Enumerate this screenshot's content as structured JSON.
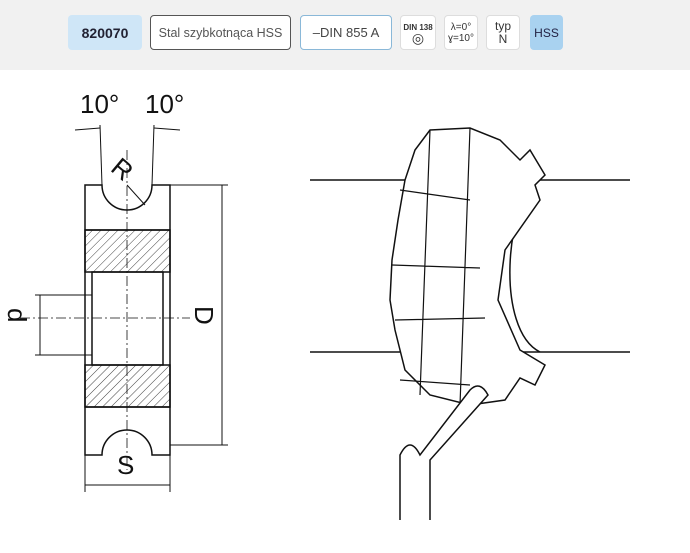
{
  "header": {
    "code": "820070",
    "material": "Stal szybkotnąca HSS",
    "standard": "–DIN 855 A",
    "icons": [
      {
        "name": "din-138-icon",
        "text": "DIN 138"
      },
      {
        "name": "angle-icon",
        "line1": "λ=0°",
        "line2": "ɣ=10°"
      },
      {
        "name": "type-icon",
        "line1": "typ",
        "line2": "N"
      }
    ],
    "hss": "HSS"
  },
  "drawing": {
    "angle_left": "10°",
    "angle_right": "10°",
    "radius": "R",
    "diameter_outer": "D",
    "diameter_bore": "d",
    "width": "S"
  }
}
